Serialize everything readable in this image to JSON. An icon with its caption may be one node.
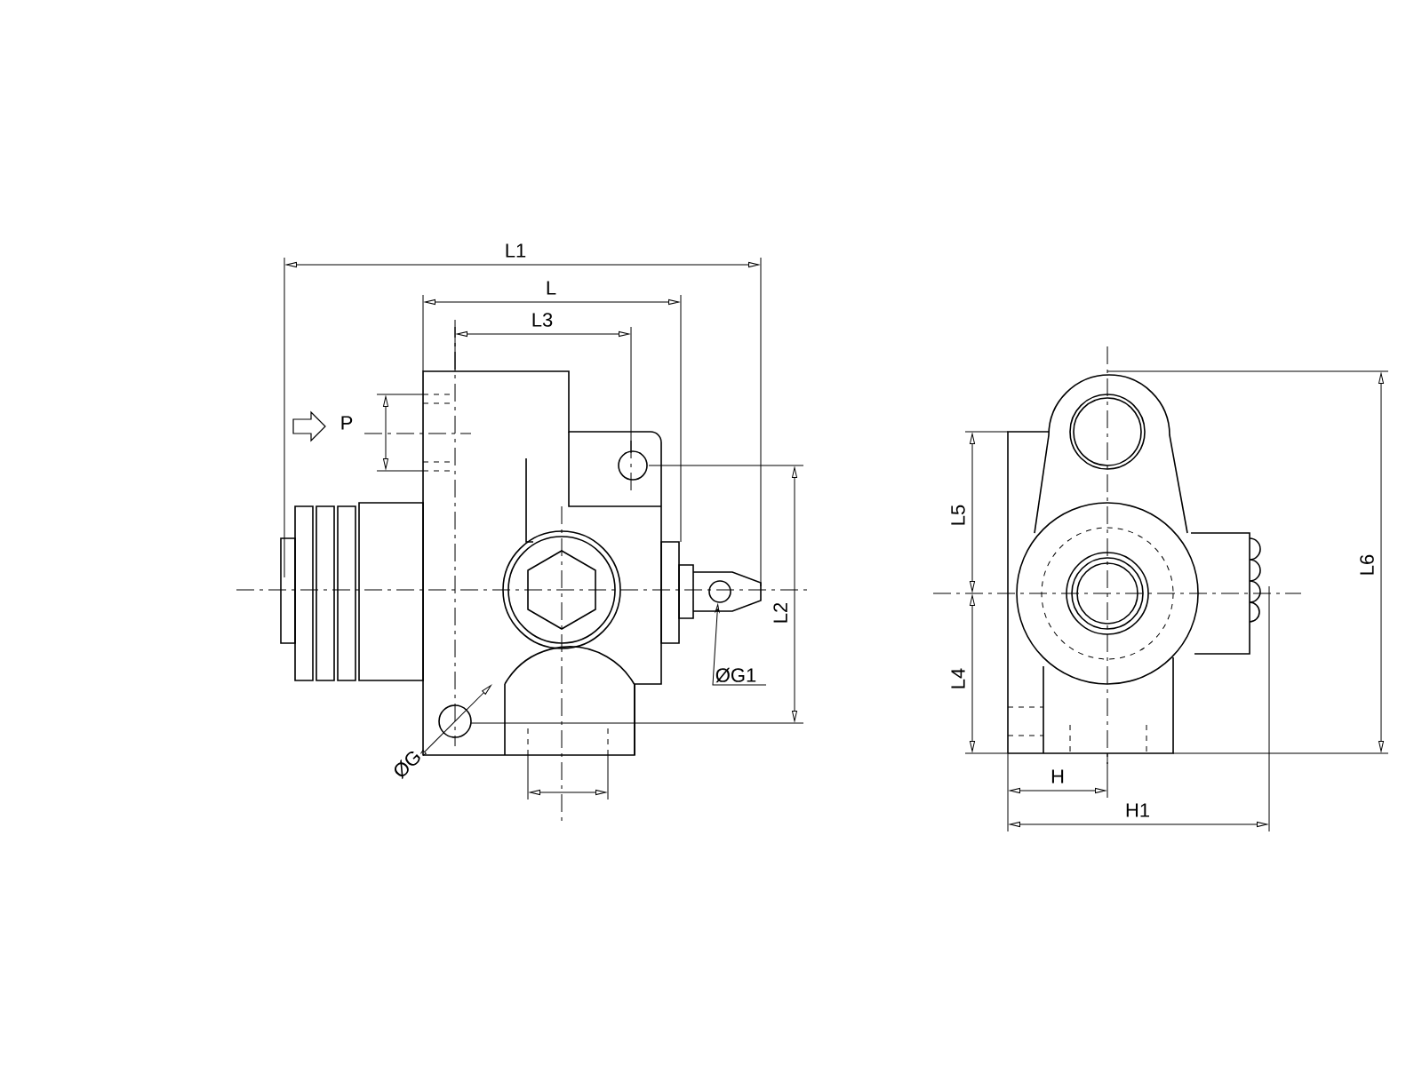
{
  "diagram": {
    "nodes": [
      {
        "text": [
          "ØG1"
        ]
      },
      {
        "text": [],
        "shape": "circle"
      }
    ],
    "edges": [
      {
        "from": 0,
        "to": 1,
        "arrow": "to"
      }
    ],
    "labels": [
      "L1",
      "L",
      "L3",
      "P",
      "L2",
      "ØG",
      "L5",
      "L6",
      "L4",
      "H",
      "H1"
    ]
  }
}
